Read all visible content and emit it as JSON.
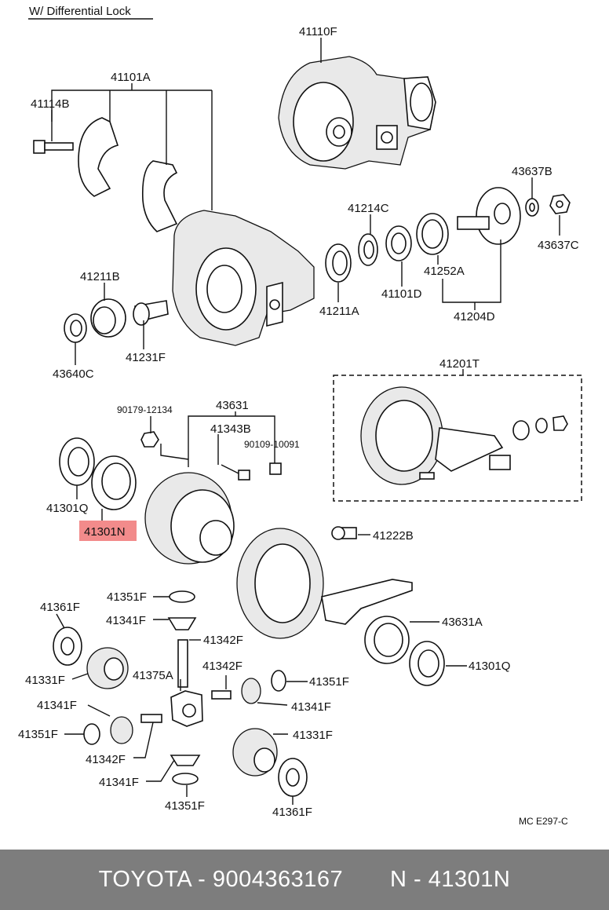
{
  "diagram": {
    "title": "W/ Differential Lock",
    "ref_code": "MC  E297-C",
    "highlight_color": "#f28b8b",
    "labels": {
      "l41110F": "41110F",
      "l41101A": "41101A",
      "l41114B": "41114B",
      "l43637B": "43637B",
      "l41214C": "41214C",
      "l43637C": "43637C",
      "l41211B": "41211B",
      "l41252A": "41252A",
      "l41101D": "41101D",
      "l41211A": "41211A",
      "l41204D": "41204D",
      "l43640C": "43640C",
      "l41231F": "41231F",
      "l41201T": "41201T",
      "l90179": "90179-12134",
      "l43631": "43631",
      "l41343B": "41343B",
      "l90109": "90109-10091",
      "l41301Q_a": "41301Q",
      "l41301N": "41301N",
      "l41222B": "41222B",
      "l41351F_a": "41351F",
      "l41341F_a": "41341F",
      "l41361F_a": "41361F",
      "l41342F_a": "41342F",
      "l43631A": "43631A",
      "l41331F_a": "41331F",
      "l41375A": "41375A",
      "l41342F_b": "41342F",
      "l41301Q_b": "41301Q",
      "l41351F_b": "41351F",
      "l41341F_b": "41341F",
      "l41341F_c": "41341F",
      "l41351F_c": "41351F",
      "l41331F_b": "41331F",
      "l41342F_c": "41342F",
      "l41341F_d": "41341F",
      "l41351F_d": "41351F",
      "l41361F_b": "41361F"
    }
  },
  "footer": {
    "text": "TOYOTA - 9004363167       N - 41301N"
  }
}
